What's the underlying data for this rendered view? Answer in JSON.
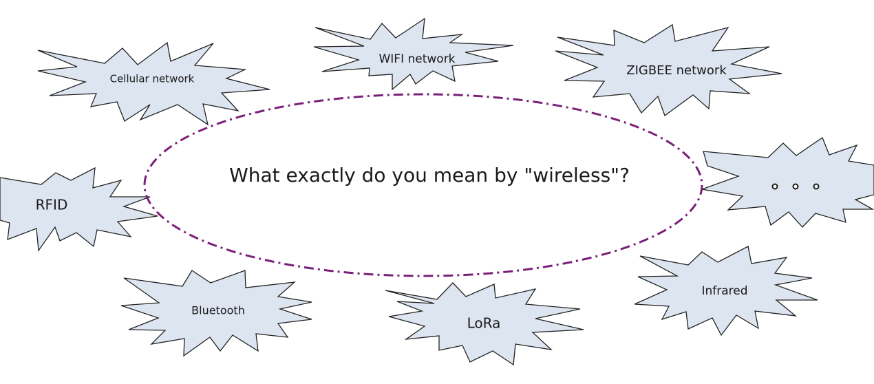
{
  "diagram": {
    "center_question": "What exactly do you mean by \"wireless\"?",
    "ring_color": "#7a1f7a",
    "burst_fill": "#dde5f1",
    "bursts": [
      {
        "id": "cellular",
        "label": "Cellular network"
      },
      {
        "id": "wifi",
        "label": "WIFI network"
      },
      {
        "id": "zigbee",
        "label": "ZIGBEE network"
      },
      {
        "id": "more",
        "label": "",
        "ellipsis": true
      },
      {
        "id": "rfid",
        "label": "RFID"
      },
      {
        "id": "infrared",
        "label": "Infrared"
      },
      {
        "id": "bluetooth",
        "label": "Bluetooth"
      },
      {
        "id": "lora",
        "label": "LoRa"
      }
    ]
  }
}
